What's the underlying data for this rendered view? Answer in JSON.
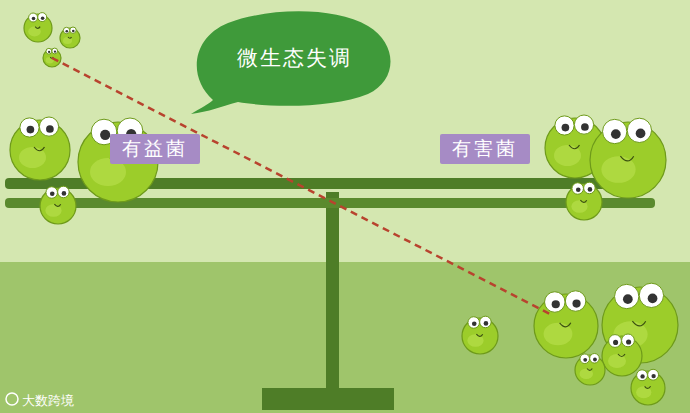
{
  "diagram": {
    "nodes": [
      {
        "text": [
          "微生态失调"
        ]
      },
      {
        "text": [
          "有益菌"
        ]
      },
      {
        "text": [
          "有害菌"
        ]
      }
    ],
    "labels": [
      "大数跨境"
    ]
  }
}
